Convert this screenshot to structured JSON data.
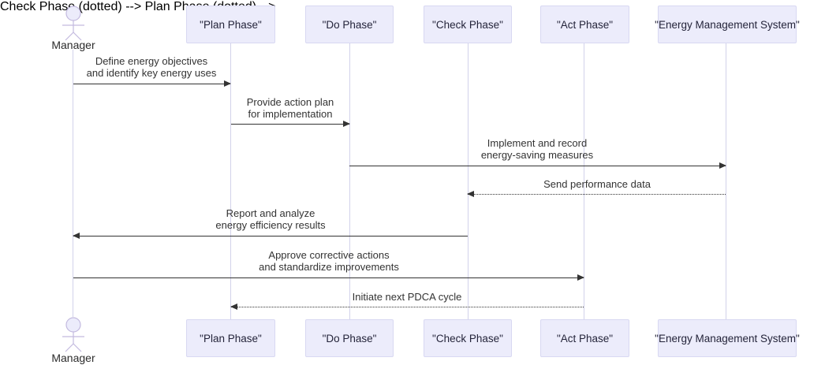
{
  "diagram": {
    "type": "sequence-diagram"
  },
  "actor": {
    "name": "Manager"
  },
  "participants": [
    {
      "label": "\"Plan Phase\""
    },
    {
      "label": "\"Do Phase\""
    },
    {
      "label": "\"Check Phase\""
    },
    {
      "label": "\"Act Phase\""
    },
    {
      "label": "\"Energy Management System\""
    }
  ],
  "messages": [
    {
      "from": "Manager",
      "to": "Plan Phase",
      "line": "solid",
      "direction": "right",
      "text": "Define energy objectives\nand identify key energy uses"
    },
    {
      "from": "Plan Phase",
      "to": "Do Phase",
      "line": "solid",
      "direction": "right",
      "text": "Provide action plan\nfor implementation"
    },
    {
      "from": "Do Phase",
      "to": "Energy Management System",
      "line": "solid",
      "direction": "right",
      "text": "Implement and record\nenergy-saving measures"
    },
    {
      "from": "Energy Management System",
      "to": "Check Phase",
      "line": "dotted",
      "direction": "left",
      "text": "Send performance data"
    },
    {
      "from": "Check Phase",
      "to": "Manager",
      "line": "solid",
      "direction": "left",
      "text": "Report and analyze\nenergy efficiency results"
    },
    {
      "from": "Manager",
      "to": "Act Phase",
      "line": "solid",
      "direction": "right",
      "text": "Approve corrective actions\nand standardize improvements"
    },
    {
      "from": "Act Phase",
      "to": "Plan Phase",
      "line": "dotted",
      "direction": "left",
      "text": "Initiate next PDCA cycle"
    }
  ],
  "colors": {
    "participant_fill": "#ececfb",
    "participant_border": "#d8d8f2",
    "lifeline": "#d2d2ea",
    "actor_stroke": "#c3badf",
    "arrow": "#333333",
    "text": "#333333"
  }
}
